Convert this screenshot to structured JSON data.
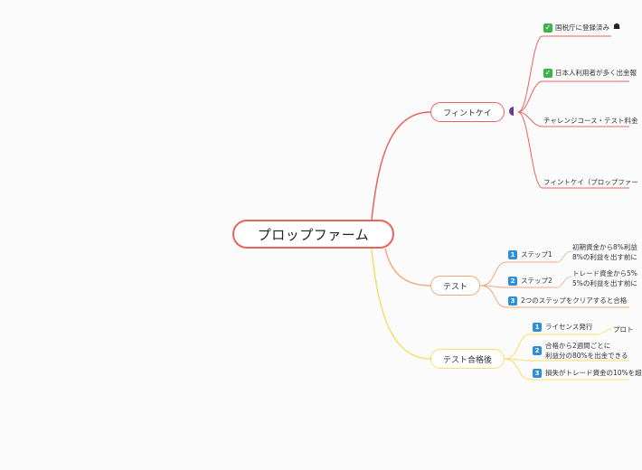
{
  "central": {
    "label": "プロップファーム"
  },
  "branches": [
    {
      "label": "フィントケイ",
      "color": "#e8635f",
      "children": [
        {
          "label": "国税庁に登録済み",
          "icon": "check-icon"
        },
        {
          "label": "日本人利用者が多く出金報",
          "icon": "check-icon"
        },
        {
          "label": "チャレンジコース・テスト料金"
        },
        {
          "label": "フィントケイ（プロップファー"
        }
      ]
    },
    {
      "label": "テスト",
      "color": "#f3a77c",
      "children": [
        {
          "num": "1",
          "label": "ステップ1",
          "detail": [
            "初期資金から8%利益",
            "8%の利益を出す前に"
          ]
        },
        {
          "num": "2",
          "label": "ステップ2",
          "detail": [
            "トレード資金から5%",
            "5%の利益を出す前に"
          ]
        },
        {
          "num": "3",
          "label": "2つのステップをクリアすると合格"
        }
      ]
    },
    {
      "label": "テスト合格後",
      "color": "#f4df6a",
      "children": [
        {
          "num": "1",
          "label": "ライセンス発行",
          "detail": [
            "プロト"
          ]
        },
        {
          "num": "2",
          "label": "合格から2週間ごとに",
          "label2": "利益分の80%を出金できる"
        },
        {
          "num": "3",
          "label": "損失がトレード資金の10%を超"
        }
      ]
    }
  ]
}
